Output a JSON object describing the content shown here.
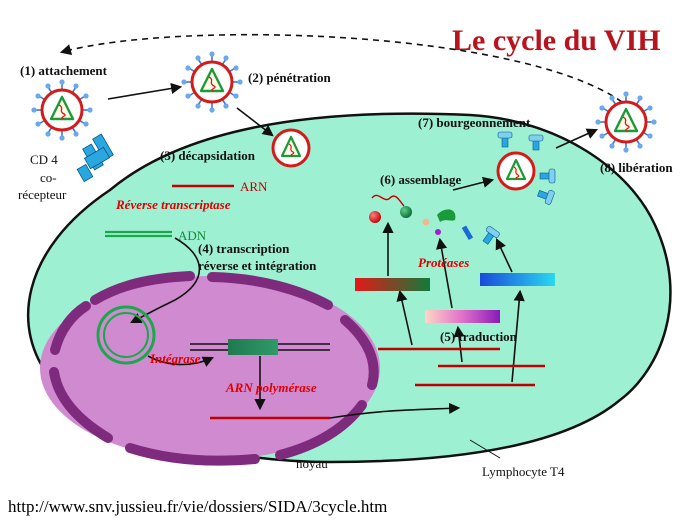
{
  "title": "Le cycle du VIH",
  "steps": {
    "s1": "(1) attachement",
    "s2": "(2) pénétration",
    "s3": "(3) décapsidation",
    "s4a": "(4) transcription",
    "s4b": "réverse et intégration",
    "s5": "(5) traduction",
    "s6": "(6) assemblage",
    "s7": "(7) bourgeonnement",
    "s8": "(8) libération"
  },
  "labels": {
    "cd4": "CD 4",
    "co1": "co-",
    "co2": "récepteur",
    "arn": "ARN",
    "adn": "ADN",
    "noyau": "noyau",
    "lympho": "Lymphocyte T4"
  },
  "enzymes": {
    "rt": "Réverse transcriptase",
    "integrase": "Intégrase",
    "polymerase": "ARN polymérase",
    "proteases": "Protéases"
  },
  "url": "http://www.snv.jussieu.fr/vie/dossiers/SIDA/3cycle.htm",
  "colors": {
    "cell_fill": "#9ef0d2",
    "nucleus_fill": "#d08ad0",
    "envelope": "#7e2b7e",
    "virus_red": "#d61a1a",
    "capsid_green": "#1a9a3a",
    "title_red": "#b8141e",
    "receptor_blue": "#2aa6e0"
  }
}
